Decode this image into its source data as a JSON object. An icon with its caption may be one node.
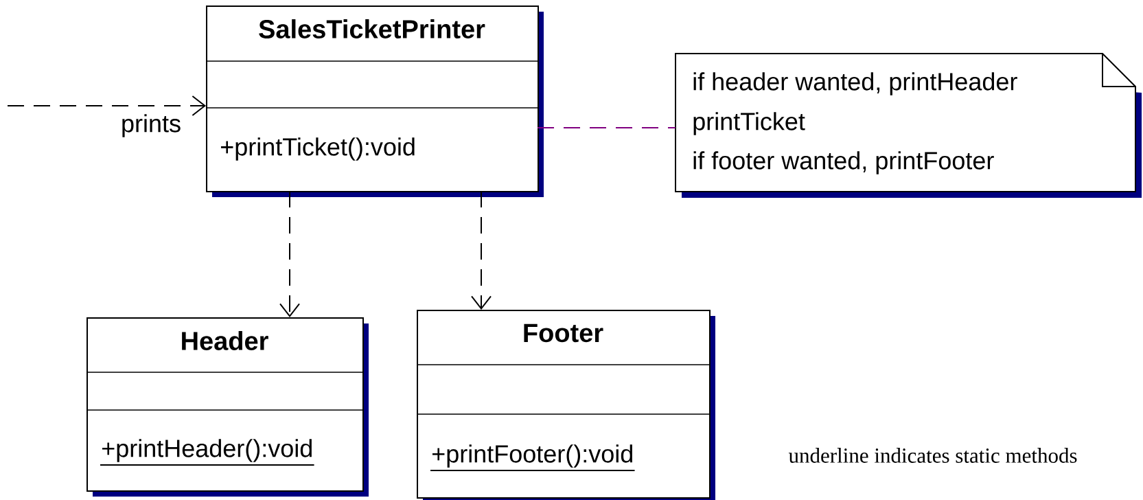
{
  "diagram": {
    "nodes": [
      {
        "text": [
          "SalesTicketPrinter",
          "+printTicket():void"
        ]
      },
      {
        "text": [
          "if header wanted, printHeader",
          "printTicket",
          "if footer wanted, printFooter"
        ]
      },
      {
        "text": [
          "Header",
          "+printHeader():void"
        ]
      },
      {
        "text": [
          "Footer",
          "+printFooter():void"
        ]
      }
    ],
    "edges": [
      {
        "from": null,
        "to": 0,
        "arrow": "to",
        "style": "dashed",
        "label": "prints"
      },
      {
        "from": 0,
        "to": 1,
        "arrow": "none",
        "style": "dashed",
        "color": "#800080"
      },
      {
        "from": 0,
        "to": 2,
        "arrow": "to",
        "style": "dashed"
      },
      {
        "from": 0,
        "to": 3,
        "arrow": "to",
        "style": "dashed"
      }
    ],
    "labels": [
      "underline indicates static methods"
    ]
  }
}
